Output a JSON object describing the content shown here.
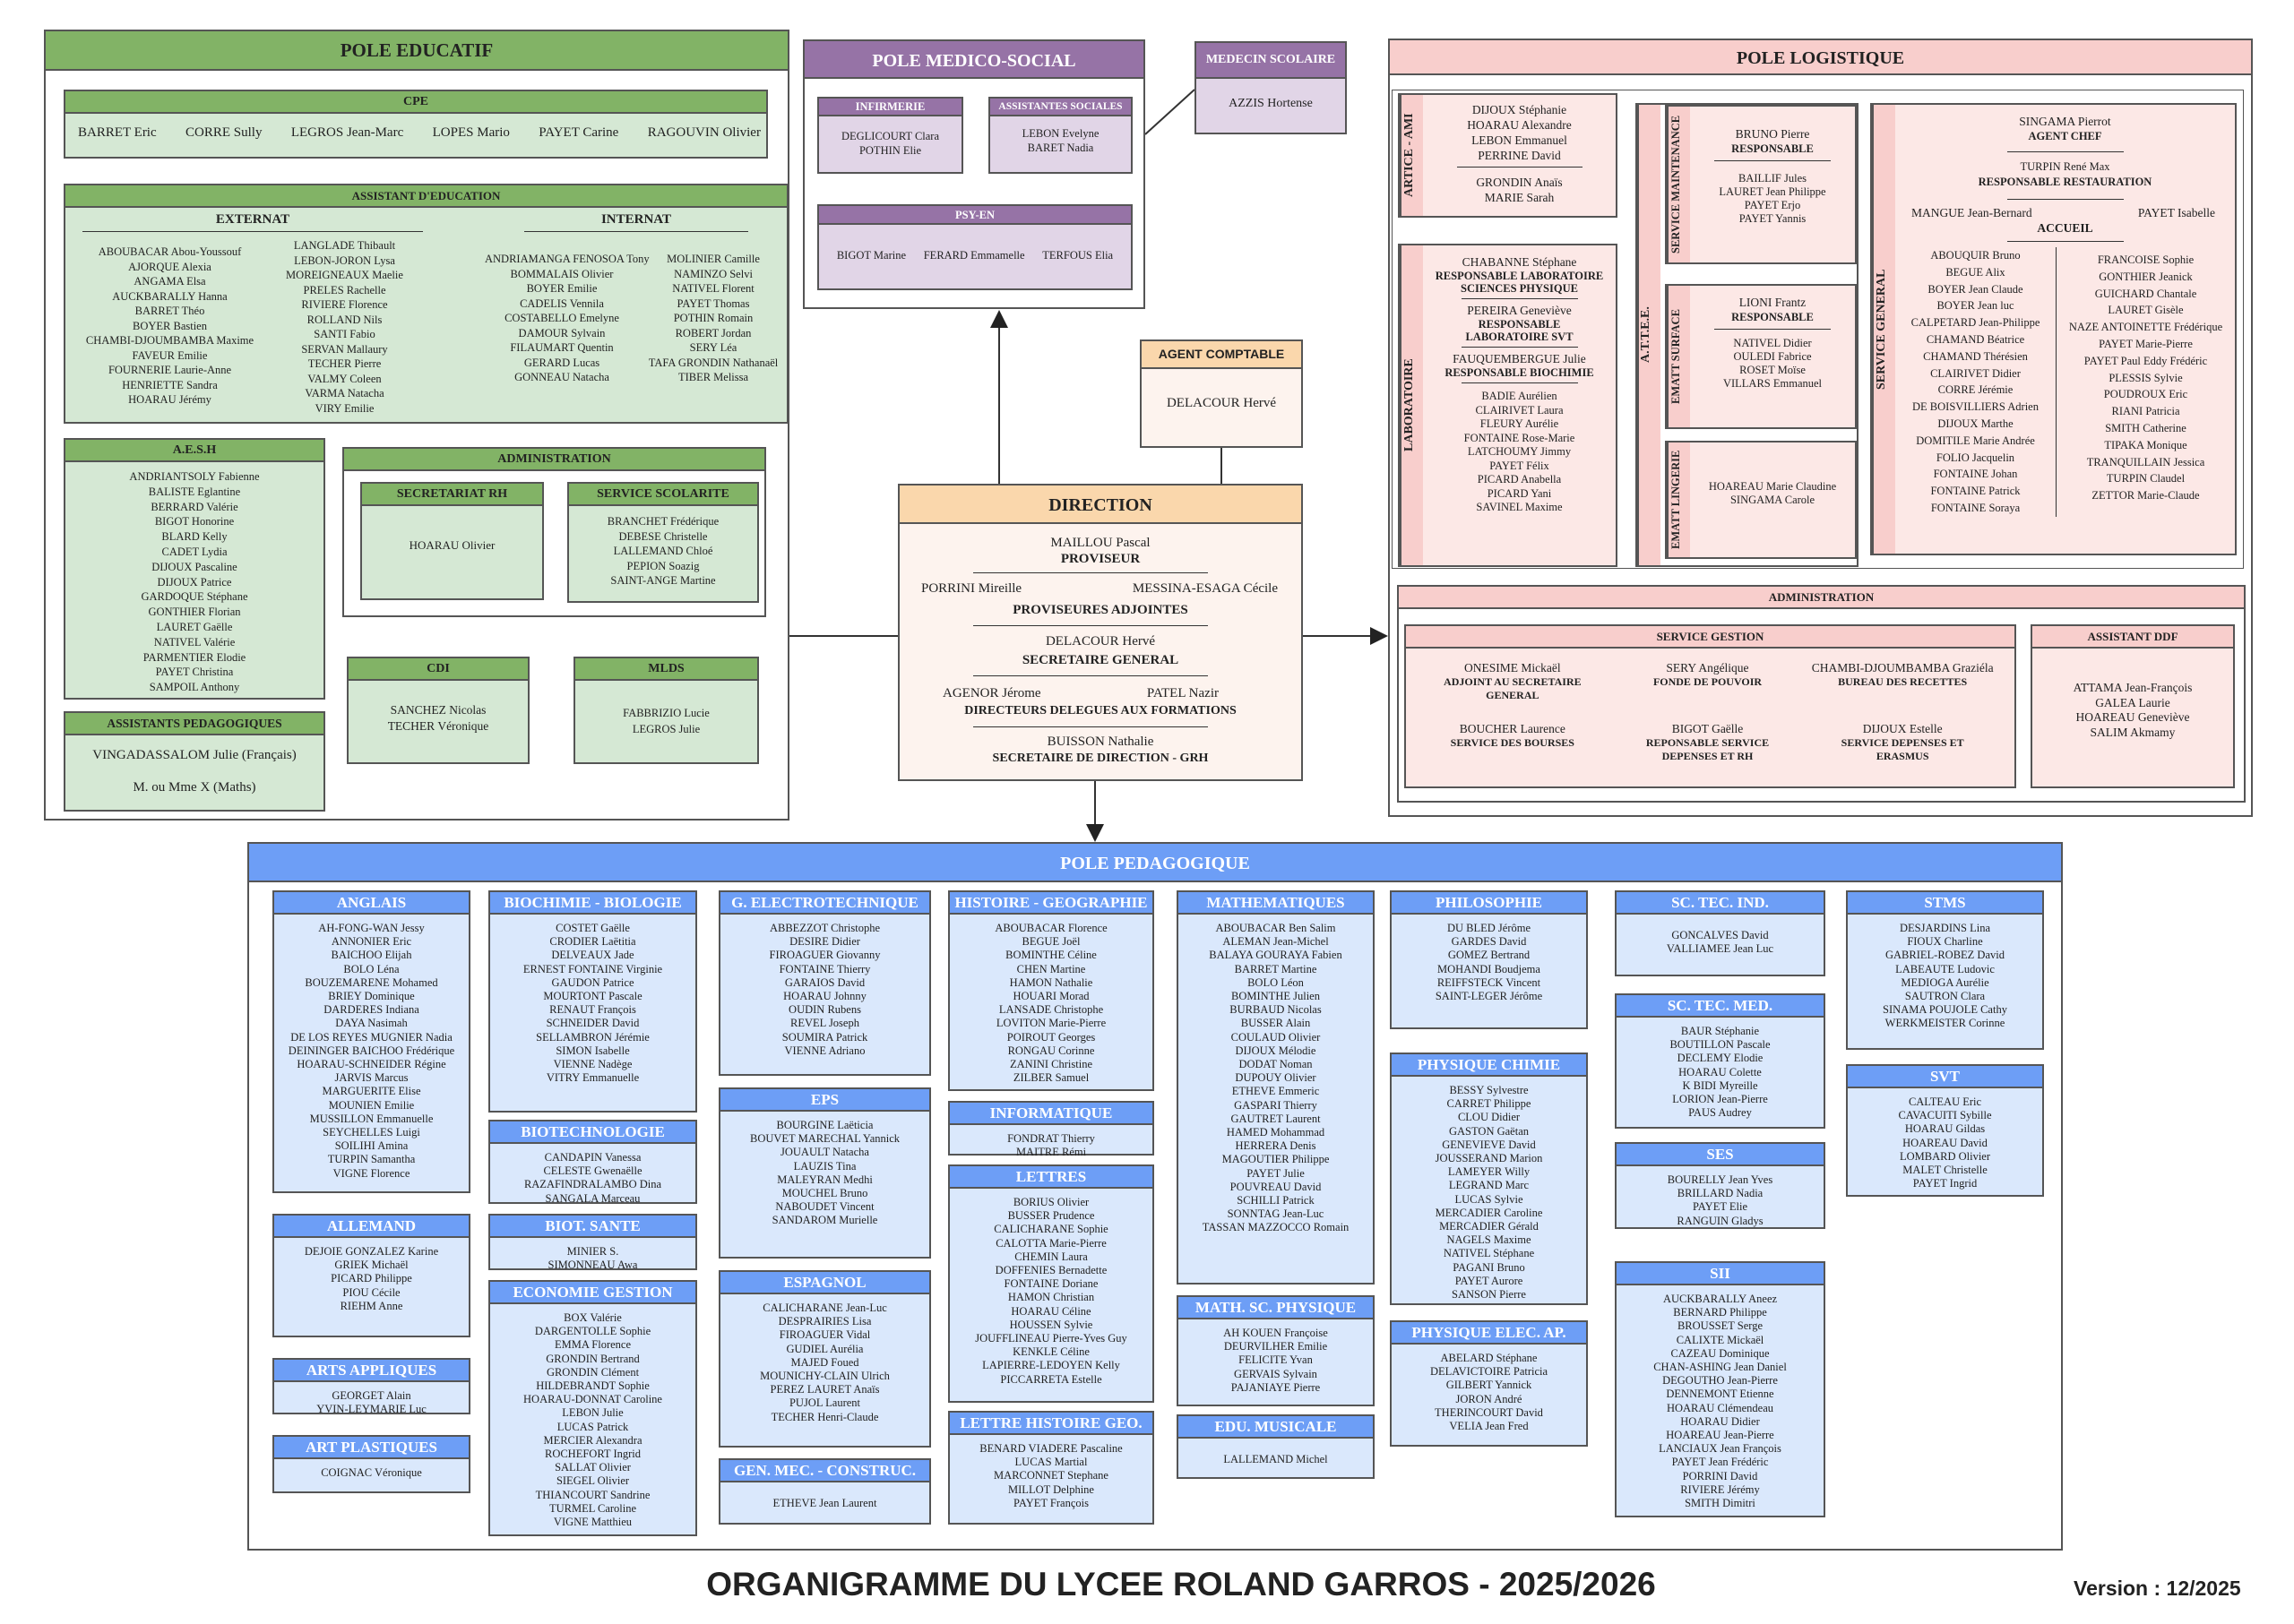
{
  "footer": {
    "title": "ORGANIGRAMME DU LYCEE ROLAND GARROS - 2025/2026",
    "version": "Version : 12/2025"
  },
  "pole_educatif": {
    "title": "POLE EDUCATIF",
    "cpe": {
      "title": "CPE",
      "members": [
        "BARRET Eric",
        "CORRE Sully",
        "LEGROS Jean-Marc",
        "LOPES Mario",
        "PAYET Carine",
        "RAGOUVIN Olivier"
      ]
    },
    "aed": {
      "title": "ASSISTANT D'EDUCATION",
      "externat": {
        "title": "EXTERNAT",
        "col1": [
          "ABOUBACAR Abou-Youssouf",
          "AJORQUE Alexia",
          "ANGAMA Elsa",
          "AUCKBARALLY Hanna",
          "BARRET Théo",
          "BOYER Bastien",
          "CHAMBI-DJOUMBAMBA Maxime",
          "FAVEUR Emilie",
          "FOURNERIE Laurie-Anne",
          "HENRIETTE Sandra",
          "HOARAU Jérémy"
        ],
        "col2": [
          "LANGLADE Thibault",
          "LEBON-JORON Lysa",
          "MOREIGNEAUX Maelie",
          "PRELES Rachelle",
          "RIVIERE Florence",
          "ROLLAND Nils",
          "SANTI Fabio",
          "SERVAN Mallaury",
          "TECHER Pierre",
          "VALMY Coleen",
          "VARMA Natacha",
          "VIRY Emilie"
        ]
      },
      "internat": {
        "title": "INTERNAT",
        "col1": [
          "ANDRIAMANGA FENOSOA Tony",
          "BOMMALAIS Olivier",
          "BOYER Emilie",
          "CADELIS Vennila",
          "COSTABELLO Emelyne",
          "DAMOUR Sylvain",
          "FILAUMART Quentin",
          "GERARD Lucas",
          "GONNEAU Natacha"
        ],
        "col2": [
          "MOLINIER Camille",
          "NAMINZO Selvi",
          "NATIVEL Florent",
          "PAYET Thomas",
          "POTHIN Romain",
          "ROBERT Jordan",
          "SERY Léa",
          "TAFA GRONDIN Nathanaël",
          "TIBER Melissa"
        ]
      }
    },
    "aesh": {
      "title": "A.E.S.H",
      "members": [
        "ANDRIANTSOLY Fabienne",
        "BALISTE Eglantine",
        "BERRARD Valérie",
        "BIGOT Honorine",
        "BLARD Kelly",
        "CADET Lydia",
        "DIJOUX Pascaline",
        "DIJOUX Patrice",
        "GARDOQUE Stéphane",
        "GONTHIER Florian",
        "LAURET Gaëlle",
        "NATIVEL Valérie",
        "PARMENTIER Elodie",
        "PAYET Christina",
        "SAMPOIL Anthony"
      ]
    },
    "assistants_pedagogiques": {
      "title": "ASSISTANTS PEDAGOGIQUES",
      "members": [
        "VINGADASSALOM Julie (Français)",
        "M. ou Mme X (Maths)"
      ]
    },
    "administration": {
      "title": "ADMINISTRATION",
      "secretariat_rh": {
        "title": "SECRETARIAT RH",
        "members": [
          "HOARAU Olivier"
        ]
      },
      "service_scolarite": {
        "title": "SERVICE SCOLARITE",
        "members": [
          "BRANCHET Frédérique",
          "DEBESE Christelle",
          "LALLEMAND Chloé",
          "PEPION Soazig",
          "SAINT-ANGE Martine"
        ]
      }
    },
    "cdi": {
      "title": "CDI",
      "members": [
        "SANCHEZ Nicolas",
        "TECHER Véronique"
      ]
    },
    "mlds": {
      "title": "MLDS",
      "members": [
        "FABBRIZIO Lucie",
        "LEGROS Julie"
      ]
    }
  },
  "pole_medico_social": {
    "title": "POLE MEDICO-SOCIAL",
    "infirmerie": {
      "title": "INFIRMERIE",
      "members": [
        "DEGLICOURT Clara",
        "POTHIN Elie"
      ]
    },
    "assistantes_sociales": {
      "title": "ASSISTANTES SOCIALES",
      "members": [
        "LEBON Evelyne",
        "BARET Nadia"
      ]
    },
    "psy_en": {
      "title": "PSY-EN",
      "members": [
        "BIGOT Marine",
        "FERARD Emmamelle",
        "TERFOUS Elia"
      ]
    },
    "medecin_scolaire": {
      "title": "MEDECIN SCOLAIRE",
      "members": [
        "AZZIS Hortense"
      ]
    }
  },
  "agent_comptable": {
    "title": "AGENT COMPTABLE",
    "name": "DELACOUR Hervé"
  },
  "direction": {
    "title": "DIRECTION",
    "proviseur": {
      "name": "MAILLOU Pascal",
      "role": "PROVISEUR"
    },
    "adjointes": {
      "names": [
        "PORRINI Mireille",
        "MESSINA-ESAGA Cécile"
      ],
      "role": "PROVISEURES ADJOINTES"
    },
    "secretaire_general": {
      "name": "DELACOUR Hervé",
      "role": "SECRETAIRE GENERAL"
    },
    "ddfpt": {
      "names": [
        "AGENOR Jérome",
        "PATEL Nazir"
      ],
      "role": "DIRECTEURS DELEGUES AUX FORMATIONS"
    },
    "secretaire_direction": {
      "name": "BUISSON Nathalie",
      "role": "SECRETAIRE DE DIRECTION - GRH"
    }
  },
  "pole_logistique": {
    "title": "POLE LOGISTIQUE",
    "artice_ami": {
      "label": "ARTICE - AMI",
      "group1": [
        "DIJOUX Stéphanie",
        "HOARAU Alexandre",
        "LEBON Emmanuel",
        "PERRINE David"
      ],
      "group2": [
        "GRONDIN Anaïs",
        "MARIE Sarah"
      ]
    },
    "laboratoire": {
      "label": "LABORATOIRE",
      "roles": [
        {
          "name": "CHABANNE Stéphane",
          "role": "RESPONSABLE LABORATOIRE SCIENCES PHYSIQUE"
        },
        {
          "name": "PEREIRA Geneviève",
          "role": "RESPONSABLE LABORATOIRE SVT"
        },
        {
          "name": "FAUQUEMBERGUE Julie",
          "role": "RESPONSABLE BIOCHIMIE"
        }
      ],
      "members": [
        "BADIE Aurélien",
        "CLAIRIVET Laura",
        "FLEURY Aurélie",
        "FONTAINE Rose-Marie",
        "LATCHOUMY Jimmy",
        "PAYET Félix",
        "PICARD Anabella",
        "PICARD Yani",
        "SAVINEL Maxime"
      ]
    },
    "attee": {
      "label": "A.T.T.E.E.",
      "maintenance": {
        "label": "SERVICE MAINTENANCE",
        "head": "BRUNO Pierre",
        "role": "RESPONSABLE",
        "members": [
          "BAILLIF Jules",
          "LAURET Jean Philippe",
          "PAYET Erjo",
          "PAYET Yannis"
        ]
      },
      "surface": {
        "label": "EMATT SURFACE",
        "head": "LIONI Frantz",
        "role": "RESPONSABLE",
        "members": [
          "NATIVEL Didier",
          "OULEDI Fabrice",
          "ROSET Moïse",
          "VILLARS Emmanuel"
        ]
      },
      "lingerie": {
        "label": "EMATT LINGERIE",
        "members": [
          "HOAREAU Marie Claudine",
          "SINGAMA Carole"
        ]
      }
    },
    "service_general": {
      "label": "SERVICE GENERAL",
      "chef": {
        "name": "SINGAMA Pierrot",
        "role": "AGENT CHEF"
      },
      "restauration": {
        "name": "TURPIN René Max",
        "role": "RESPONSABLE RESTAURATION"
      },
      "accueil": {
        "names": [
          "MANGUE Jean-Bernard",
          "PAYET Isabelle"
        ],
        "role": "ACCUEIL"
      },
      "col1": [
        "ABOUQUIR Bruno",
        "BEGUE Alix",
        "BOYER Jean Claude",
        "BOYER Jean luc",
        "CALPETARD Jean-Philippe",
        "CHAMAND Béatrice",
        "CHAMAND Thérésien",
        "CLAIRIVET Didier",
        "CORRE Jérémie",
        "DE BOISVILLIERS Adrien",
        "DIJOUX Marthe",
        "DOMITILE Marie Andrée",
        "FOLIO Jacquelin",
        "FONTAINE Johan",
        "FONTAINE Patrick",
        "FONTAINE Soraya"
      ],
      "col2": [
        "FRANCOISE Sophie",
        "GONTHIER Jeanick",
        "GUICHARD Chantale",
        "LAURET Gisèle",
        "NAZE ANTOINETTE Frédérique",
        "PAYET Marie-Pierre",
        "PAYET Paul Eddy Frédéric",
        "PLESSIS Sylvie",
        "POUDROUX Eric",
        "RIANI Patricia",
        "SMITH Catherine",
        "TIPAKA Monique",
        "TRANQUILLAIN Jessica",
        "TURPIN Claudel",
        "ZETTOR Marie-Claude"
      ]
    },
    "administration": {
      "title": "ADMINISTRATION",
      "service_gestion": {
        "title": "SERVICE GESTION",
        "staff": [
          {
            "name": "ONESIME Mickaël",
            "role": "ADJOINT AU SECRETAIRE GENERAL"
          },
          {
            "name": "SERY Angélique",
            "role": "FONDE DE POUVOIR"
          },
          {
            "name": "CHAMBI-DJOUMBAMBA Graziéla",
            "role": "BUREAU DES RECETTES"
          },
          {
            "name": "BOUCHER Laurence",
            "role": "SERVICE DES BOURSES"
          },
          {
            "name": "BIGOT Gaëlle",
            "role": "REPONSABLE SERVICE DEPENSES ET RH"
          },
          {
            "name": "DIJOUX Estelle",
            "role": "SERVICE DEPENSES ET ERASMUS"
          }
        ]
      },
      "assistant_ddf": {
        "title": "ASSISTANT DDF",
        "members": [
          "ATTAMA Jean-François",
          "GALEA Laurie",
          "HOAREAU Geneviève",
          "SALIM Akmamy"
        ]
      }
    }
  },
  "pole_pedagogique": {
    "title": "POLE PEDAGOGIQUE",
    "subjects": [
      {
        "title": "ANGLAIS",
        "members": [
          "AH-FONG-WAN Jessy",
          "ANNONIER Eric",
          "BAICHOO Elijah",
          "BOLO Léna",
          "BOUZEMARENE Mohamed",
          "BRIEY Dominique",
          "DARDERES Indiana",
          "DAYA Nasimah",
          "DE LOS REYES MUGNIER Nadia",
          "DEININGER BAICHOO Frédérique",
          "HOARAU-SCHNEIDER Régine",
          "JARVIS Marcus",
          "MARGUERITE Elise",
          "MOUNIEN Emilie",
          "MUSSILLON Emmanuelle",
          "SEYCHELLES Luigi",
          "SOILIHI Amina",
          "TURPIN Samantha",
          "VIGNE Florence"
        ]
      },
      {
        "title": "ALLEMAND",
        "members": [
          "DEJOIE GONZALEZ Karine",
          "GRIEK Michaël",
          "PICARD Philippe",
          "PIOU Cécile",
          "RIEHM Anne"
        ]
      },
      {
        "title": "ARTS APPLIQUES",
        "members": [
          "GEORGET Alain",
          "YVIN-LEYMARIE Luc"
        ]
      },
      {
        "title": "ART PLASTIQUES",
        "members": [
          "COIGNAC Véronique"
        ]
      },
      {
        "title": "BIOCHIMIE - BIOLOGIE",
        "members": [
          "COSTET Gaëlle",
          "CRODIER Laëtitia",
          "DELVEAUX Jade",
          "ERNEST FONTAINE Virginie",
          "GAUDON Patrice",
          "MOURTONT Pascale",
          "RENAUT François",
          "SCHNEIDER David",
          "SELLAMBRON Jérémie",
          "SIMON Isabelle",
          "VIENNE Nadège",
          "VITRY Emmanuelle"
        ]
      },
      {
        "title": "BIOTECHNOLOGIE",
        "members": [
          "CANDAPIN Vanessa",
          "CELESTE Gwenaëlle",
          "RAZAFINDRALAMBO Dina",
          "SANGALA Marceau"
        ]
      },
      {
        "title": "BIOT. SANTE",
        "members": [
          "MINIER S.",
          "SIMONNEAU Awa"
        ]
      },
      {
        "title": "ECONOMIE GESTION",
        "members": [
          "BOX Valérie",
          "DARGENTOLLE Sophie",
          "EMMA Florence",
          "GRONDIN Bertrand",
          "GRONDIN Clément",
          "HILDEBRANDT Sophie",
          "HOARAU-DONNAT Caroline",
          "LEBON Julie",
          "LUCAS Patrick",
          "MERCIER Alexandra",
          "ROCHEFORT Ingrid",
          "SALLAT Olivier",
          "SIEGEL Olivier",
          "THIANCOURT Sandrine",
          "TURMEL Caroline",
          "VIGNE Matthieu"
        ]
      },
      {
        "title": "G. ELECTROTECHNIQUE",
        "members": [
          "ABBEZZOT Christophe",
          "DESIRE Didier",
          "FIROAGUER Giovanny",
          "FONTAINE Thierry",
          "GARAIOS David",
          "HOARAU Johnny",
          "OUDIN Rubens",
          "REVEL Joseph",
          "SOUMIRA Patrick",
          "VIENNE Adriano"
        ]
      },
      {
        "title": "EPS",
        "members": [
          "BOURGINE Laëticia",
          "BOUVET MARECHAL Yannick",
          "JOUAULT Natacha",
          "LAUZIS Tina",
          "MALEYRAN Medhi",
          "MOUCHEL Bruno",
          "NABOUDET Vincent",
          "SANDAROM Murielle"
        ]
      },
      {
        "title": "ESPAGNOL",
        "members": [
          "CALICHARANE Jean-Luc",
          "DESPRAIRIES Lisa",
          "FIROAGUER Vidal",
          "GUDIEL Aurélia",
          "MAJED Foued",
          "MOUNICHY-CLAIN Ulrich",
          "PEREZ LAURET Anaïs",
          "PUJOL Laurent",
          "TECHER Henri-Claude"
        ]
      },
      {
        "title": "GEN. MEC. - CONSTRUC.",
        "members": [
          "ETHEVE  Jean Laurent"
        ]
      },
      {
        "title": "HISTOIRE - GEOGRAPHIE",
        "members": [
          "ABOUBACAR Florence",
          "BEGUE Joël",
          "BOMINTHE Céline",
          "CHEN Martine",
          "HAMON Nathalie",
          "HOUARI Morad",
          "LANSADE Christophe",
          "LOVITON Marie-Pierre",
          "POIROUT Georges",
          "RONGAU Corinne",
          "ZANINI Christine",
          "ZILBER Samuel"
        ]
      },
      {
        "title": "INFORMATIQUE",
        "members": [
          "FONDRAT Thierry",
          "MAITRE Rémi"
        ]
      },
      {
        "title": "LETTRES",
        "members": [
          "BORIUS Olivier",
          "BUSSER Prudence",
          "CALICHARANE Sophie",
          "CALOTTA Marie-Pierre",
          "CHEMIN Laura",
          "DOFFENIES Bernadette",
          "FONTAINE Doriane",
          "HAMON Christian",
          "HOARAU Céline",
          "HOUSSEN Sylvie",
          "JOUFFLINEAU Pierre-Yves Guy",
          "KENKLE Céline",
          "LAPIERRE-LEDOYEN Kelly",
          "PICCARRETA Estelle"
        ]
      },
      {
        "title": "LETTRE HISTOIRE GEO.",
        "members": [
          "BENARD VIADERE Pascaline",
          "LUCAS Martial",
          "MARCONNET Stephane",
          "MILLOT Delphine",
          "PAYET François"
        ]
      },
      {
        "title": "MATHEMATIQUES",
        "members": [
          "ABOUBACAR Ben Salim",
          "ALEMAN Jean-Michel",
          "BALAYA GOURAYA Fabien",
          "BARRET Martine",
          "BOLO Léon",
          "BOMINTHE Julien",
          "BURBAUD Nicolas",
          "BUSSER Alain",
          "COULAUD Olivier",
          "DIJOUX Mélodie",
          "DODAT Noman",
          "DUPOUY Olivier",
          "ETHEVE Emmeric",
          "GASPARI Thierry",
          "GAUTRET Laurent",
          "HAMED Mohammad",
          "HERRERA Denis",
          "MAGOUTIER Philippe",
          "PAYET Julie",
          "POUVREAU David",
          "SCHILLI Patrick",
          "SONNTAG Jean-Luc",
          "TASSAN MAZZOCCO Romain"
        ]
      },
      {
        "title": "MATH. SC. PHYSIQUE",
        "members": [
          "AH KOUEN Françoise",
          "DEURVILHER Emilie",
          "FELICITE Yvan",
          "GERVAIS Sylvain",
          "PAJANIAYE Pierre"
        ]
      },
      {
        "title": "EDU. MUSICALE",
        "members": [
          "LALLEMAND Michel"
        ]
      },
      {
        "title": "PHILOSOPHIE",
        "members": [
          "DU BLED Jérôme",
          "GARDES David",
          "GOMEZ Bertrand",
          "MOHANDI Boudjema",
          "REIFFSTECK Vincent",
          "SAINT-LEGER Jérôme"
        ]
      },
      {
        "title": "PHYSIQUE CHIMIE",
        "members": [
          "BESSY Sylvestre",
          "CARRET Philippe",
          "CLOU Didier",
          "GASTON Gaëtan",
          "GENEVIEVE David",
          "JOUSSERAND Marion",
          "LAMEYER Willy",
          "LEGRAND Marc",
          "LUCAS Sylvie",
          "MERCADIER Caroline",
          "MERCADIER Gérald",
          "NAGELS Maxime",
          "NATIVEL Stéphane",
          "PAGANI Bruno",
          "PAYET Aurore",
          "SANSON Pierre"
        ]
      },
      {
        "title": "PHYSIQUE ELEC. AP.",
        "members": [
          "ABELARD Stéphane",
          "DELAVICTOIRE Patricia",
          "GILBERT Yannick",
          "JORON André",
          "THERINCOURT David",
          "VELIA Jean Fred"
        ]
      },
      {
        "title": "SC. TEC. IND.",
        "members": [
          "GONCALVES David",
          "VALLIAMEE Jean Luc"
        ]
      },
      {
        "title": "SC. TEC. MED.",
        "members": [
          "BAUR Stéphanie",
          "BOUTILLON Pascale",
          "DECLEMY Elodie",
          "HOARAU Colette",
          "K BIDI Myreille",
          "LORION Jean-Pierre",
          "PAUS Audrey"
        ]
      },
      {
        "title": "SES",
        "members": [
          "BOURELLY Jean Yves",
          "BRILLARD Nadia",
          "PAYET Elie",
          "RANGUIN Gladys"
        ]
      },
      {
        "title": "SII",
        "members": [
          "AUCKBARALLY Aneez",
          "BERNARD Philippe",
          "BROUSSET Serge",
          "CALIXTE Mickaël",
          "CAZEAU Dominique",
          "CHAN-ASHING Jean Daniel",
          "DEGOUTHO Jean-Pierre",
          "DENNEMONT Etienne",
          "HOARAU Clémendeau",
          "HOARAU Didier",
          "HOAREAU Jean-Pierre",
          "LANCIAUX Jean François",
          "PAYET Jean Frédéric",
          "PORRINI David",
          "RIVIERE Jérémy",
          "SMITH Dimitri"
        ]
      },
      {
        "title": "STMS",
        "members": [
          "DESJARDINS Lina",
          "FIOUX Charline",
          "GABRIEL-ROBEZ David",
          "LABEAUTE Ludovic",
          "MEDIOGA Aurélie",
          "SAUTRON Clara",
          "SINAMA POUJOLE Cathy",
          "WERKMEISTER Corinne"
        ]
      },
      {
        "title": "SVT",
        "members": [
          "CALTEAU Eric",
          "CAVACUITI Sybille",
          "HOARAU Gildas",
          "HOAREAU David",
          "LOMBARD Olivier",
          "MALET Christelle",
          "PAYET Ingrid"
        ]
      }
    ]
  }
}
